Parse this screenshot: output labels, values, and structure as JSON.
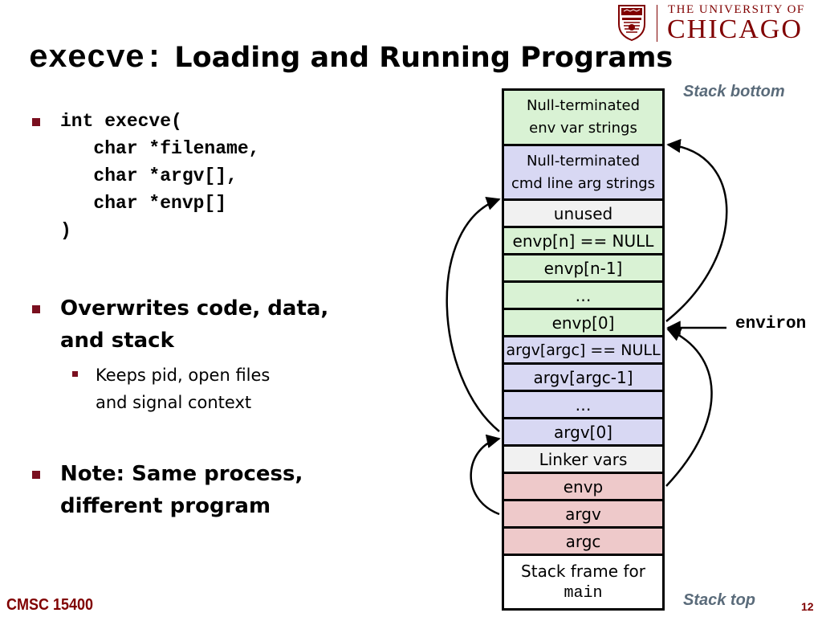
{
  "title": {
    "code": "execve:",
    "text": "Loading and Running Programs"
  },
  "logo": {
    "line1": "THE UNIVERSITY OF",
    "line2": "CHICAGO",
    "icon": "university-shield-icon"
  },
  "bullets": {
    "code": "int execve(\n   char *filename,\n   char *argv[],\n   char *envp[]\n)",
    "overwrites": "Overwrites code, data,\nand stack",
    "keeps": "Keeps pid, open files\nand signal context",
    "note": "Note: Same process,\ndifferent program"
  },
  "stack": {
    "cells": [
      {
        "lines": [
          "Null-terminated",
          "env var strings"
        ],
        "color": "#d9f2d4"
      },
      {
        "lines": [
          "Null-terminated",
          "cmd line arg strings"
        ],
        "color": "#d8d8f3"
      },
      {
        "lines": [
          "unused"
        ],
        "color": "#f1f1f1"
      },
      {
        "lines": [
          "envp[n] == NULL"
        ],
        "color": "#d9f2d4"
      },
      {
        "lines": [
          "envp[n-1]"
        ],
        "color": "#d9f2d4"
      },
      {
        "lines": [
          "…"
        ],
        "color": "#d9f2d4"
      },
      {
        "lines": [
          "envp[0]"
        ],
        "color": "#d9f2d4"
      },
      {
        "lines": [
          "argv[argc] == NULL"
        ],
        "color": "#d8d8f3"
      },
      {
        "lines": [
          "argv[argc-1]"
        ],
        "color": "#d8d8f3"
      },
      {
        "lines": [
          "…"
        ],
        "color": "#d8d8f3"
      },
      {
        "lines": [
          "argv[0]"
        ],
        "color": "#d8d8f3"
      },
      {
        "lines": [
          "Linker vars"
        ],
        "color": "#f1f1f1"
      },
      {
        "lines": [
          "envp"
        ],
        "color": "#eec9ca"
      },
      {
        "lines": [
          "argv"
        ],
        "color": "#eec9ca"
      },
      {
        "lines": [
          "argc"
        ],
        "color": "#eec9ca"
      },
      {
        "lines": [
          "Stack frame for",
          "main"
        ],
        "color": "#ffffff"
      }
    ],
    "stack_bottom": "Stack bottom",
    "stack_top": "Stack top",
    "environ": "environ"
  },
  "footer": {
    "course": "CMSC 15400",
    "page": "12"
  },
  "colors": {
    "accent": "#800000",
    "bullet": "#7a0f1f"
  }
}
